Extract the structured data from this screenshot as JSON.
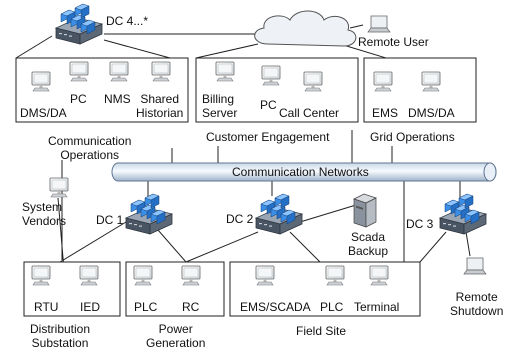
{
  "datacenters": {
    "dc4": "DC 4...*",
    "dc1": "DC 1",
    "dc2": "DC 2",
    "dc3": "DC 3"
  },
  "cloud_label": "Remote User",
  "groups": {
    "communication_operations": {
      "title": "Communication\nOperations",
      "devices": [
        "DMS/DA",
        "PC",
        "NMS",
        "Shared\nHistorian"
      ]
    },
    "customer_engagement": {
      "title": "Customer Engagement",
      "devices": [
        "Billing\nServer",
        "PC",
        "Call Center"
      ]
    },
    "grid_operations": {
      "title": "Grid Operations",
      "devices": [
        "EMS",
        "DMS/DA"
      ]
    },
    "distribution_substation": {
      "title": "Distribution\nSubstation",
      "devices": [
        "RTU",
        "IED"
      ]
    },
    "power_generation": {
      "title": "Power\nGeneration",
      "devices": [
        "PLC",
        "RC"
      ]
    },
    "field_site": {
      "title": "Field Site",
      "devices": [
        "EMS/SCADA",
        "PLC",
        "Terminal"
      ]
    }
  },
  "network_bar": "Communication Networks",
  "system_vendors": "System\nVendors",
  "scada_backup": "Scada\nBackup",
  "remote_shutdown": "Remote\nShutdown",
  "colors": {
    "server_blue": "#2f7fd6",
    "server_dark": "#3f4a59",
    "network_bar": "#dfe9f3",
    "line": "#222222"
  }
}
